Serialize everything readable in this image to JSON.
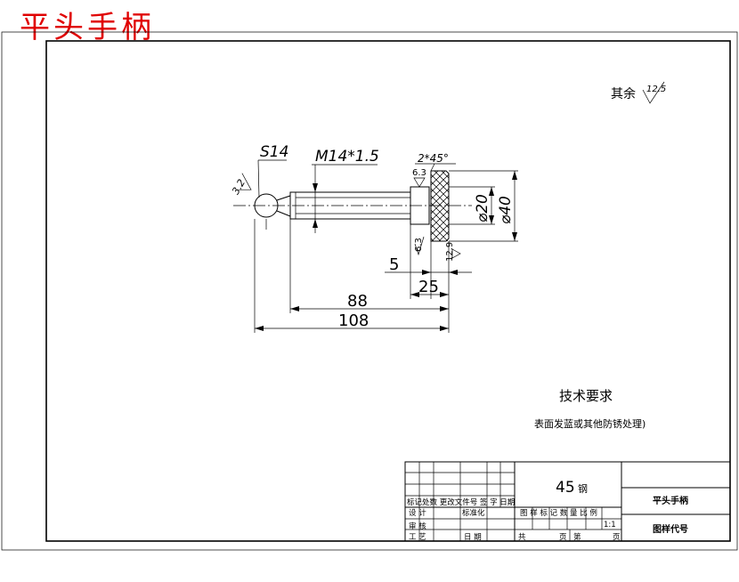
{
  "title": "平头手柄",
  "roughness_general": {
    "label": "其余",
    "value": "12.5"
  },
  "dimensions": {
    "sphere": "S14",
    "thread": "M14*1.5",
    "chamfer": "2*45°",
    "dia_small": "⌀20",
    "dia_large": "⌀40",
    "len_5": "5",
    "len_25": "25",
    "len_88": "88",
    "len_108": "108"
  },
  "roughness": {
    "sphere": "3.2",
    "face_top": "6.3",
    "face_bottom": "6.3",
    "knurl": "12.9"
  },
  "tech_req": {
    "heading": "技术要求",
    "text": "表面发蓝或其他防锈处理)"
  },
  "title_block": {
    "material": "45",
    "material_suffix": "钢",
    "part_name": "平头手柄",
    "drawing_no": "图样代号",
    "row_marks": "标记处数 更改文件号 签 字 日期",
    "design": "设 计",
    "standard": "标准化",
    "stage_header": "图 样 标 记 数 量 比 例",
    "scale": "1:1",
    "review": "审 核",
    "process": "工 艺",
    "date": "日 期",
    "total": "共",
    "page": "页",
    "sheet": "第",
    "page2": "页"
  }
}
